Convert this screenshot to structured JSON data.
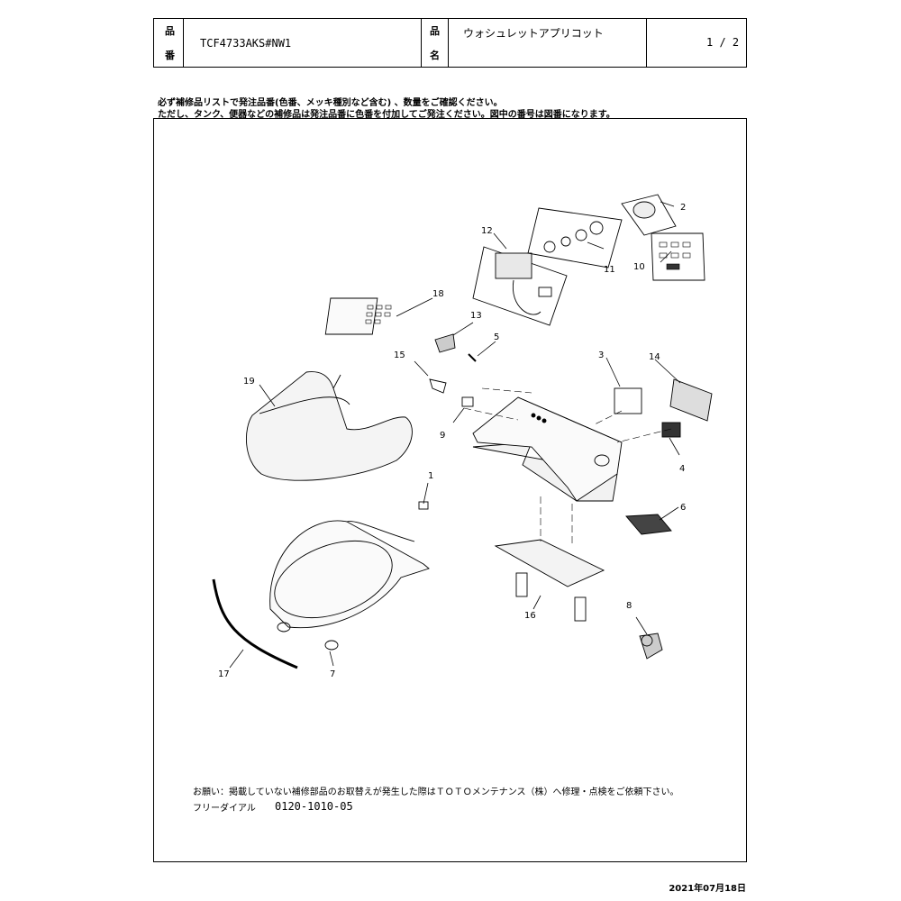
{
  "header": {
    "part_no_label_1": "品",
    "part_no_label_2": "番",
    "part_no": "TCF4733AKS#NW1",
    "product_label_1": "品",
    "product_label_2": "名",
    "product_name": "ウォシュレットアプリコット",
    "page": "1 / 2"
  },
  "notice": {
    "line1": "必ず補修品リストで発注品番(色番、メッキ種別など含む) 、数量をご確認ください。",
    "line2": "ただし、タンク、便器などの補修品は発注品番に色番を付加してご発注ください。図中の番号は図番になります。"
  },
  "callouts": [
    "1",
    "2",
    "3",
    "4",
    "5",
    "6",
    "7",
    "8",
    "9",
    "10",
    "11",
    "12",
    "13",
    "14",
    "15",
    "16",
    "17",
    "18",
    "19"
  ],
  "footer": {
    "request": "お願い：掲載していない補修部品のお取替えが発生した際はＴＯＴＯメンテナンス（株）へ修理・点検をご依頼下さい。",
    "dial_label": "フリーダイアル",
    "dial_number": "0120-1010-05"
  },
  "date": "2021年07月18日"
}
